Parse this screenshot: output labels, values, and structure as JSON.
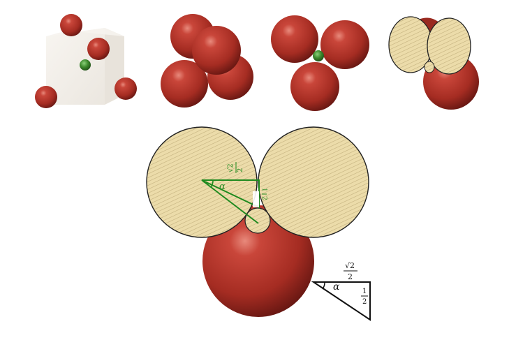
{
  "colors": {
    "sphere_main": "#b8352b",
    "sphere_dark": "#7a1a14",
    "sphere_light": "#e07a6c",
    "center_atom": "#3d8a2e",
    "cut_face": "#ecdcaa",
    "cut_hatch": "#b9a777",
    "construction": "#1f8a1f",
    "ink": "#111111",
    "cube_face": "#f3efe9"
  },
  "icons": {
    "panel1": "bcc-unit-cell-icon",
    "panel2": "sphere-cluster-icon",
    "panel3": "sphere-cluster-top-icon",
    "panel4": "cut-spheres-icon"
  },
  "labels": {
    "angle": "α",
    "sqrt2": "√2",
    "denominator": "2",
    "one": "1",
    "two": "2"
  }
}
